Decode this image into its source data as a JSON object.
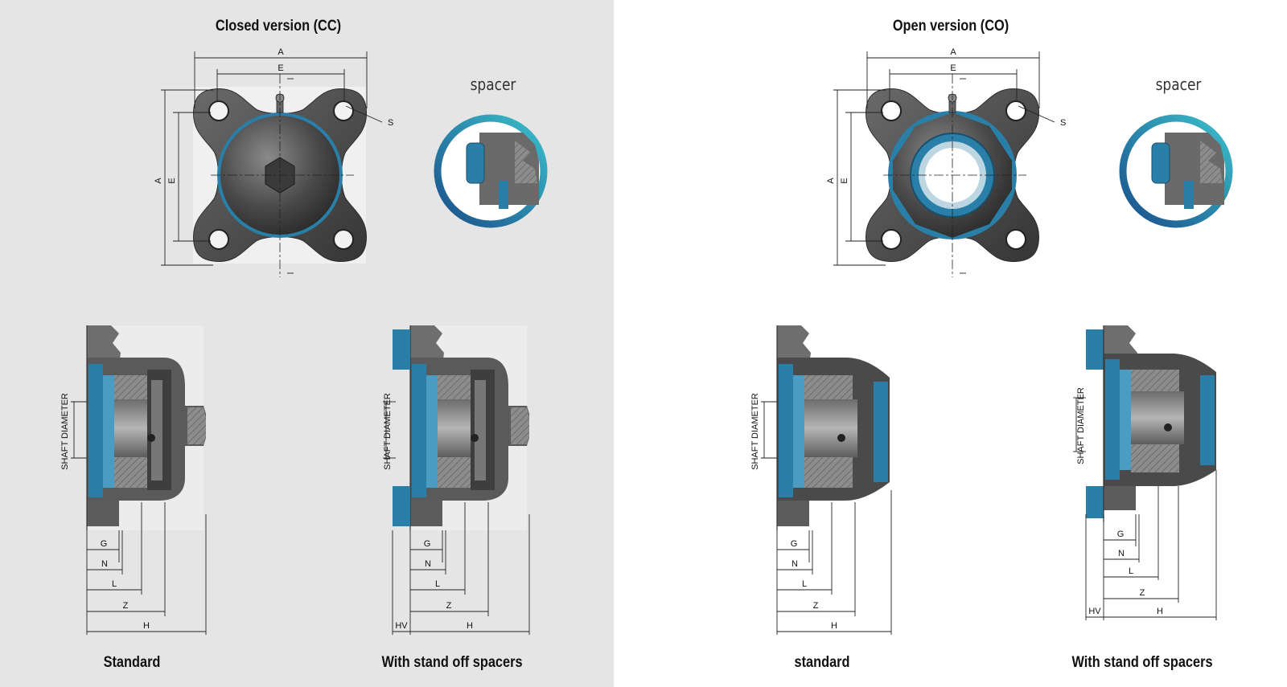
{
  "closed": {
    "title": "Closed version (CC)",
    "spacer_label": "spacer",
    "captions": {
      "standard": "Standard",
      "spacers": "With stand off spacers"
    }
  },
  "open": {
    "title": "Open version (CO)",
    "spacer_label": "spacer",
    "captions": {
      "standard": "standard",
      "spacers": "With stand off spacers"
    }
  },
  "labels": {
    "A": "A",
    "E": "E",
    "S": "S",
    "shaft": "SHAFT DIAMETER",
    "G": "G",
    "N": "N",
    "L": "L",
    "Z": "Z",
    "H": "H",
    "HV": "HV"
  },
  "colors": {
    "left_bg": "#e5e5e5",
    "right_bg": "#ffffff",
    "seal_blue": "#2a7fa8",
    "ring_start": "#1a4f8a",
    "ring_end": "#3cc0cc",
    "metal": "#4a4a4a"
  }
}
